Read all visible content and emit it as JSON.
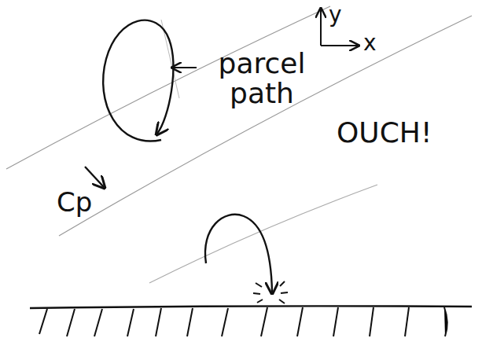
{
  "diagram": {
    "labels": [
      "parcel path",
      "y",
      "x",
      "Cp",
      "OUCH!"
    ]
  }
}
